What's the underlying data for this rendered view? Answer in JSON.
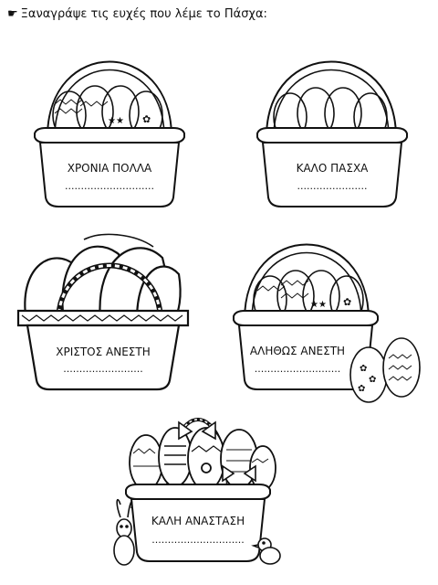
{
  "header": {
    "pointer_icon": "pointing-hand-icon",
    "instruction": "Ξαναγράψε  τις ευχές που λέμε το Πάσχα:"
  },
  "baskets": [
    {
      "label": "ΧΡΟΝΙΑ ΠΟΛΛΑ",
      "line": "............................",
      "contents": "decorated-eggs"
    },
    {
      "label": "ΚΑΛΟ ΠΑΣΧΑ",
      "line": "......................",
      "contents": "plain-eggs"
    },
    {
      "label": "ΧΡΙΣΤΟΣ ΑΝΕΣΤΗ",
      "line": ".........................",
      "contents": "bread"
    },
    {
      "label": "ΑΛΗΘΩΣ ΑΝΕΣΤΗ",
      "line": "...........................",
      "contents": "decorated-eggs"
    },
    {
      "label": "ΚΑΛΗ ΑΝΑΣΤΑΣΗ",
      "line": ".............................",
      "contents": "patterned-eggs"
    }
  ],
  "decorations": [
    "extra-eggs-icon",
    "bunny-icon",
    "chick-icon"
  ]
}
